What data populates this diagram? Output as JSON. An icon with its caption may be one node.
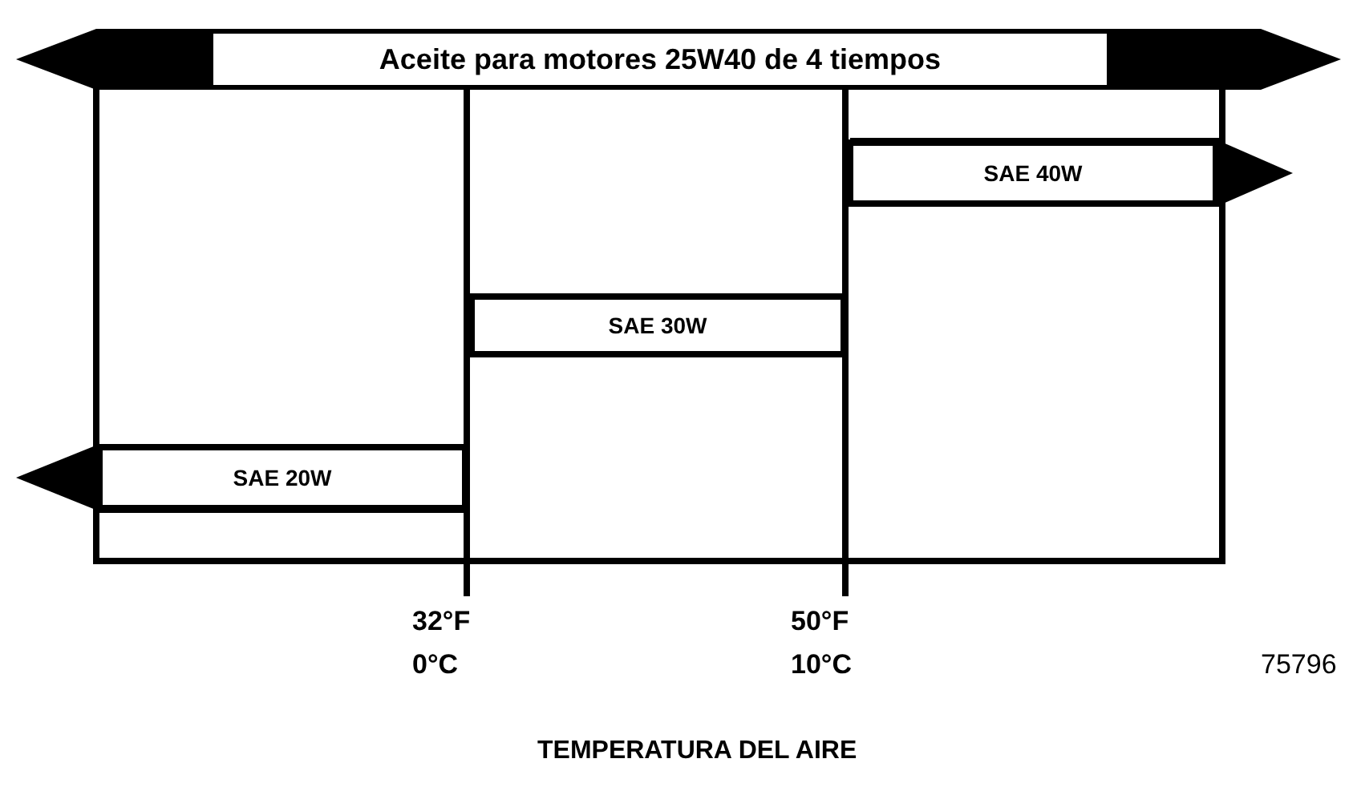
{
  "diagram": {
    "nodes": [
      {
        "text": [
          "Aceite para motores 25W40 de 4 tiempos"
        ]
      },
      {
        "text": [
          "SAE 40W"
        ]
      },
      {
        "text": [
          "SAE 30W"
        ]
      },
      {
        "text": [
          "SAE 20W"
        ]
      }
    ],
    "labels": [
      "32°F",
      "0°C",
      "50°F",
      "10°C",
      "75796",
      "TEMPERATURA DEL AIRE"
    ]
  }
}
